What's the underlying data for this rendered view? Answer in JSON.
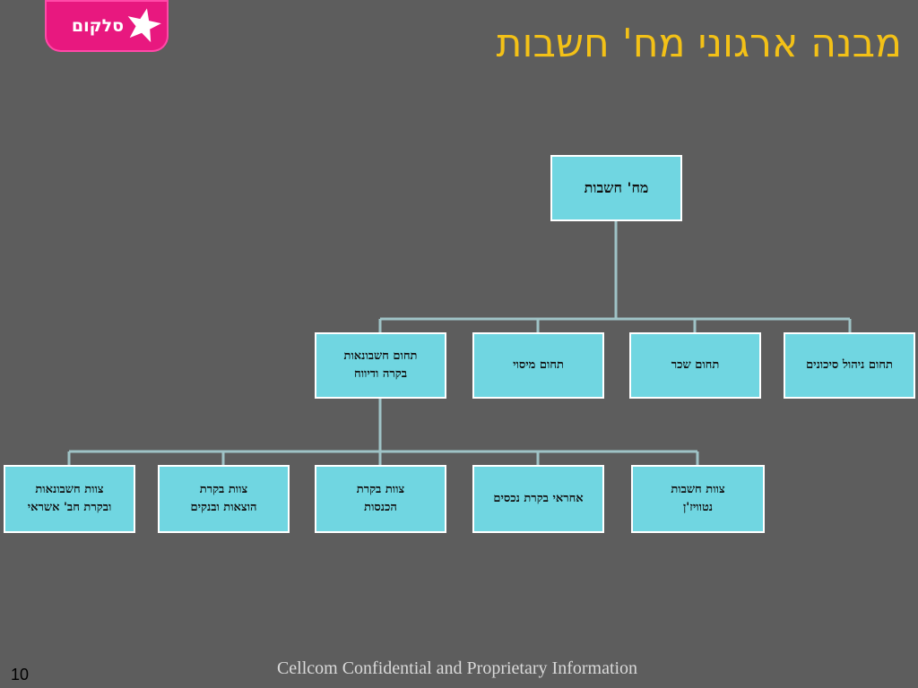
{
  "logo": {
    "text": "סלקום",
    "icon": "star-icon"
  },
  "title": "מבנה ארגוני מח' חשבות",
  "org_chart": {
    "root": "מח' חשבות",
    "level2": [
      {
        "label": "תחום חשבונאות\nבקרה ודיווח"
      },
      {
        "label": "תחום מיסוי"
      },
      {
        "label": "תחום שכר"
      },
      {
        "label": "תחום ניהול סיכונים"
      }
    ],
    "level3": [
      {
        "label": "צוות חשבונאות\nובקרת חב' אשראי"
      },
      {
        "label": "צוות בקרת\nהוצאות  ובנקים"
      },
      {
        "label": "צוות בקרת\nהכנסות"
      },
      {
        "label": "אחראי בקרת נכסים"
      },
      {
        "label": "צוות חשבות\nנטוויז'ן"
      }
    ]
  },
  "footer": "Cellcom Confidential and Proprietary Information",
  "page_number": "10",
  "colors": {
    "background": "#5d5d5d",
    "title": "#f3c117",
    "box_fill": "#70d6e1",
    "box_border": "#ffffff",
    "connector": "#9fc3c6",
    "logo": "#e8187f"
  }
}
